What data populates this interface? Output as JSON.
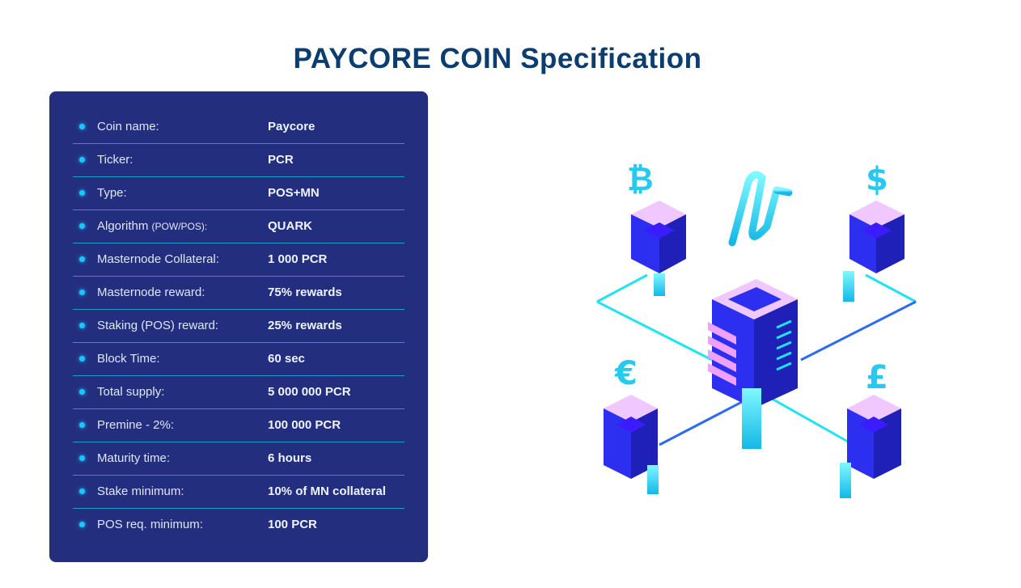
{
  "title": "PAYCORE COIN Specification",
  "specs": [
    {
      "label": "Coin name:",
      "value": "Paycore"
    },
    {
      "label": "Ticker:",
      "value": "PCR"
    },
    {
      "label": "Type:",
      "value": "POS+MN"
    },
    {
      "label": "Algorithm",
      "label_note": "(POW/POS):",
      "value": "QUARK"
    },
    {
      "label": "Masternode Collateral:",
      "value": "1 000 PCR"
    },
    {
      "label": "Masternode reward:",
      "value": "75% rewards"
    },
    {
      "label": "Staking (POS) reward:",
      "value": "25% rewards"
    },
    {
      "label": "Block Time:",
      "value": "60 sec"
    },
    {
      "label": "Total supply:",
      "value": "5 000 000 PCR"
    },
    {
      "label": "Premine - 2%:",
      "value": "100 000 PCR"
    },
    {
      "label": "Maturity time:",
      "value": "6 hours"
    },
    {
      "label": "Stake minimum:",
      "value": "10% of MN collateral"
    },
    {
      "label": "POS req. minimum:",
      "value": "100 PCR"
    }
  ],
  "illustration": {
    "symbols": [
      "₿",
      "$",
      "€",
      "£"
    ],
    "icon": "paycore-network-illustration",
    "colors": {
      "panel": "#232f7e",
      "accent": "#19c6ff",
      "server": "#2d2ff0",
      "glow": "#22e3f0",
      "pink": "#f0c8ff"
    }
  }
}
